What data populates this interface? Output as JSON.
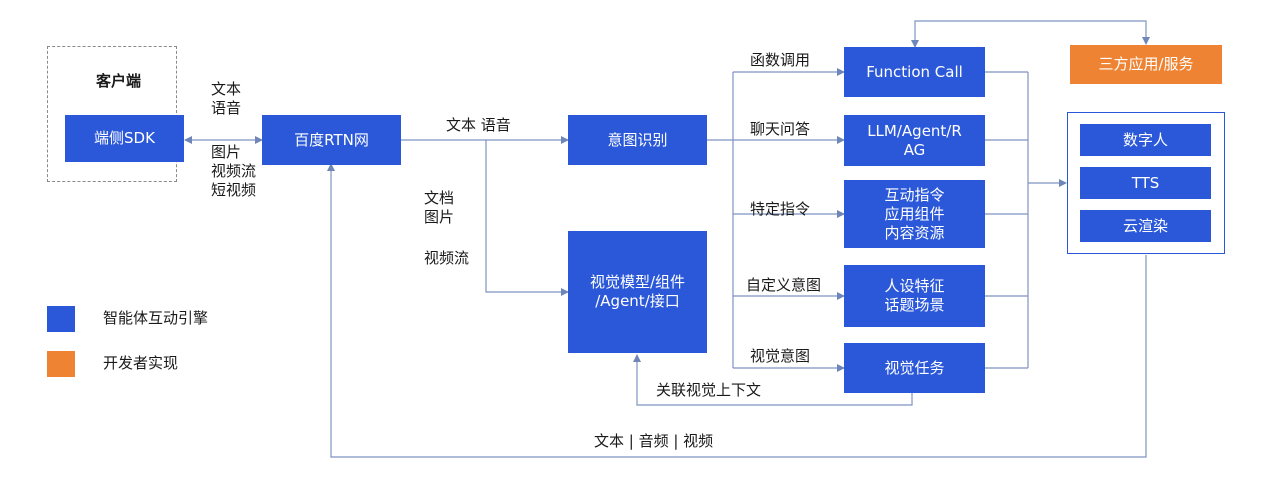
{
  "client": {
    "title": "客户端",
    "sdk": "端侧SDK"
  },
  "rtn": "百度RTN网",
  "intent": "意图识别",
  "vision_model": "视觉模型/组件\n/Agent/接口",
  "targets": {
    "function_call": "Function Call",
    "llm": "LLM/Agent/R\nAG",
    "specific": "互动指令\n应用组件\n内容资源",
    "custom": "人设特征\n话题场景",
    "vision_task": "视觉任务"
  },
  "third_party": "三方应用/服务",
  "outputs": {
    "digital_human": "数字人",
    "tts": "TTS",
    "cloud_render": "云渲染"
  },
  "labels": {
    "client_upper": "文本\n语音",
    "client_lower": "图片\n视频流\n短视频",
    "rtn_to_intent": "文本 语音",
    "doc_image": "文档\n图片",
    "video_stream": "视频流",
    "func_call": "函数调用",
    "chat": "聊天问答",
    "specific_cmd": "特定指令",
    "custom_intent": "自定义意图",
    "vision_intent": "视觉意图",
    "context": "关联视觉上下文",
    "return": "文本 | 音频 | 视频"
  },
  "legend": [
    {
      "label": "智能体互动引擎",
      "color": "#2b58d8"
    },
    {
      "label": "开发者实现",
      "color": "#ee8433"
    }
  ],
  "colors": {
    "primary": "#2b58d8",
    "accent": "#ee8433",
    "line": "#7e93c2"
  }
}
